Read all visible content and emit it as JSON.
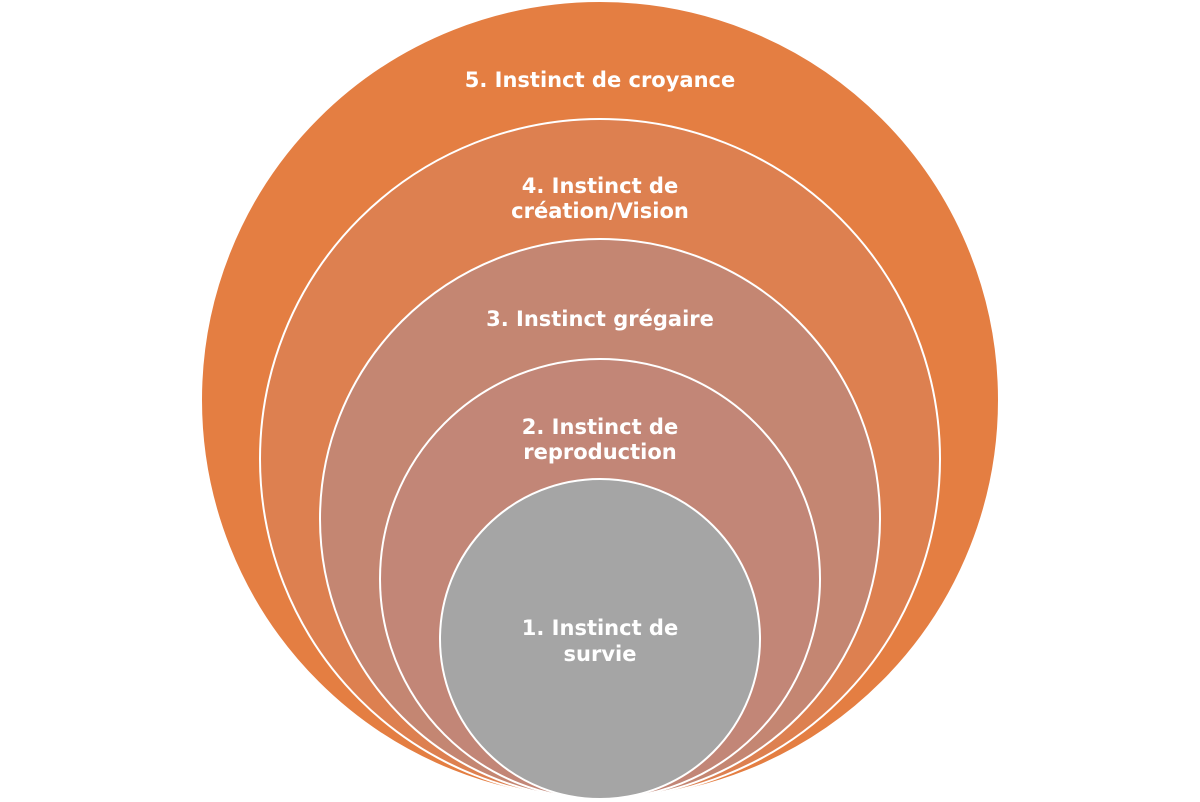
{
  "diagram": {
    "layers": [
      {
        "level": 5,
        "lines": [
          "5. Instinct de croyance"
        ],
        "color": "#E47E42"
      },
      {
        "level": 4,
        "lines": [
          "4. Instinct de",
          "création/Vision"
        ],
        "color": "#DD8050"
      },
      {
        "level": 3,
        "lines": [
          "3. Instinct grégaire"
        ],
        "color": "#C48672"
      },
      {
        "level": 2,
        "lines": [
          "2. Instinct de",
          "reproduction"
        ],
        "color": "#C28677"
      },
      {
        "level": 1,
        "lines": [
          "1. Instinct de",
          "survie"
        ],
        "color": "#A5A5A5"
      }
    ],
    "outline_color": "#FFFFFF"
  }
}
